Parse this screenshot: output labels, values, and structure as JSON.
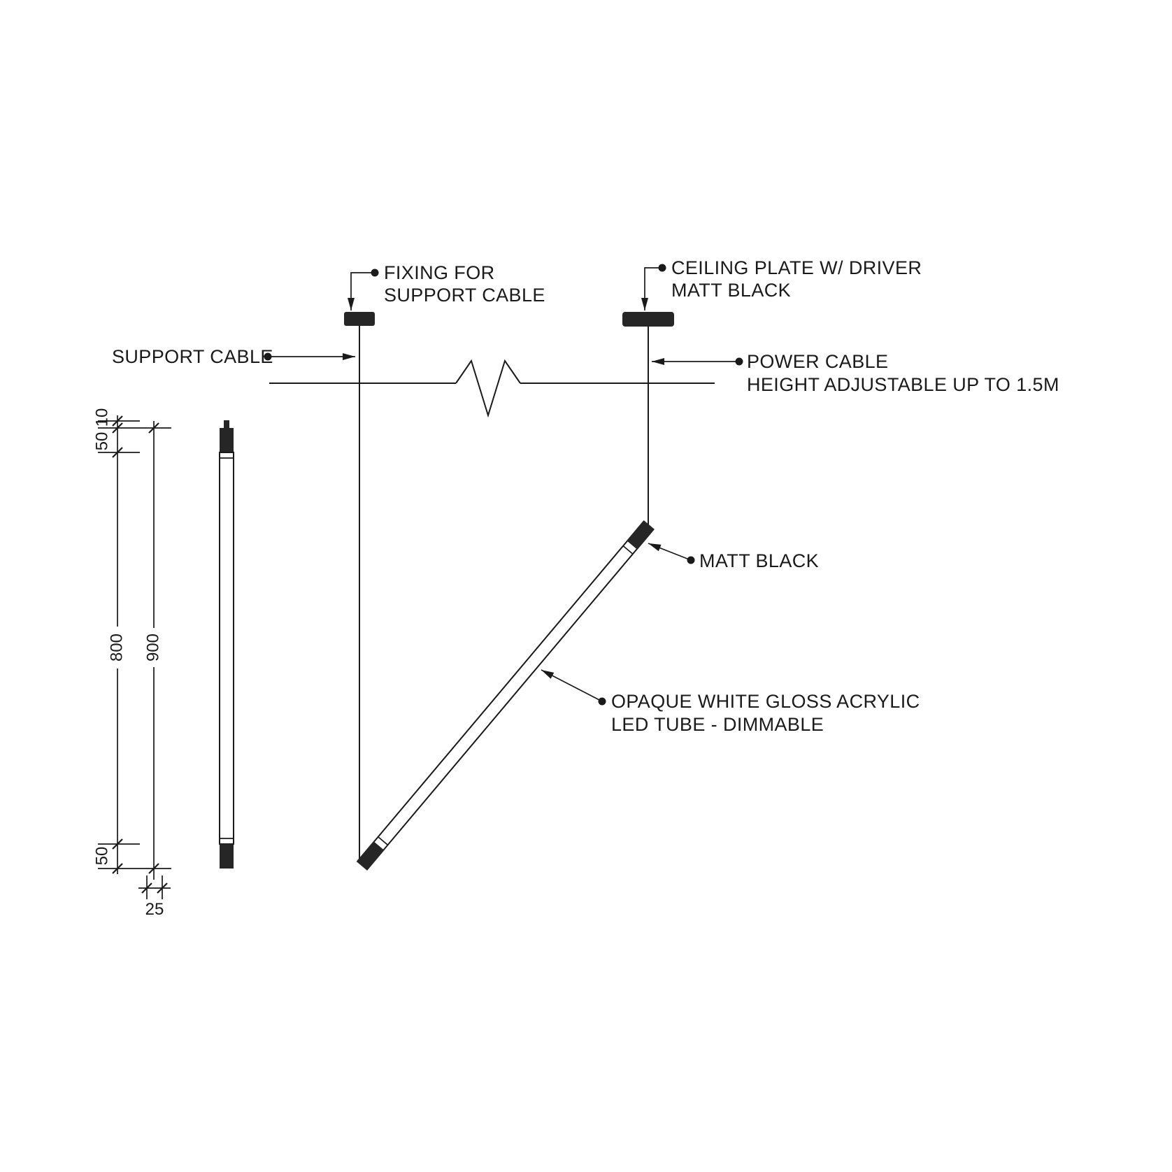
{
  "labels": {
    "fixing": {
      "line1": "FIXING FOR",
      "line2": "SUPPORT CABLE"
    },
    "ceiling_plate": {
      "line1": "CEILING PLATE W/ DRIVER",
      "line2": "MATT BLACK"
    },
    "support_cable": "SUPPORT CABLE",
    "power_cable": {
      "line1": "POWER CABLE",
      "line2": "HEIGHT ADJUSTABLE UP TO 1.5M"
    },
    "matt_black": "MATT BLACK",
    "led_tube": {
      "line1": "OPAQUE WHITE GLOSS ACRYLIC",
      "line2": "LED TUBE - DIMMABLE"
    }
  },
  "dimensions": {
    "stub": "10",
    "top_cap": "50",
    "body": "800",
    "overall": "900",
    "bottom_cap": "50",
    "diameter": "25"
  },
  "colors": {
    "line": "#1a1a1a",
    "solid": "#262626",
    "background": "#ffffff"
  }
}
